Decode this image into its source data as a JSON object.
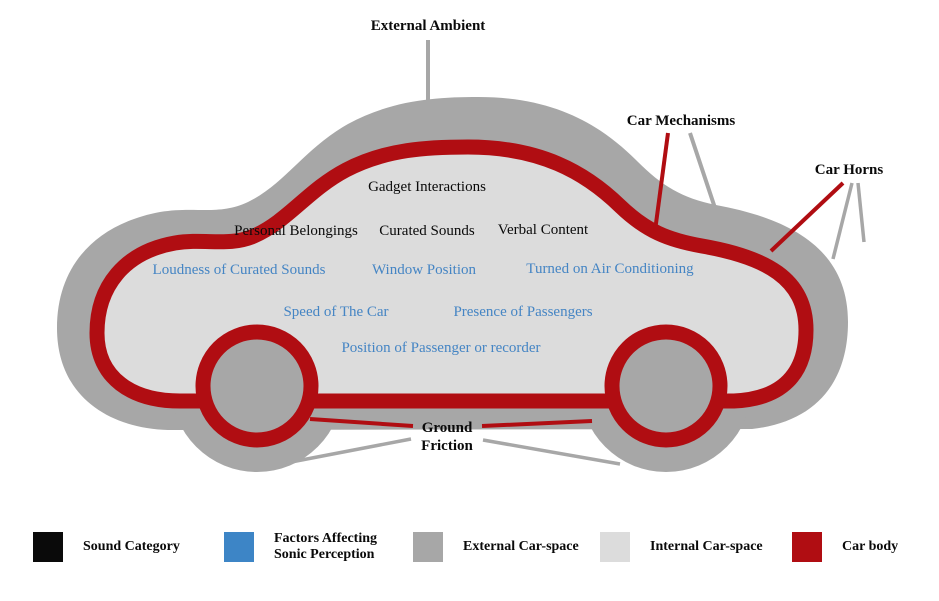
{
  "diagram": {
    "external_labels": {
      "external_ambient": "External Ambient",
      "car_mechanisms": "Car Mechanisms",
      "car_horns": "Car Horns",
      "ground_friction_line1": "Ground",
      "ground_friction_line2": "Friction"
    },
    "sound_labels": [
      "Gadget Interactions",
      "Personal Belongings",
      "Curated Sounds",
      "Verbal Content"
    ],
    "factor_labels": [
      "Loudness of Curated Sounds",
      "Window Position",
      "Turned on Air Conditioning",
      "Speed of The Car",
      "Presence of Passengers",
      "Position of Passenger or recorder"
    ]
  },
  "colors": {
    "car_body_red": "#b00d12",
    "external_gray": "#a7a7a7",
    "internal_gray": "#dcdcdc",
    "factor_blue": "#4585c4",
    "line_gray": "#a7a7a7",
    "sound_black": "#0a0a0a"
  },
  "legend": {
    "items": [
      {
        "label": "Sound Category",
        "color": "#0a0a0a"
      },
      {
        "label": "Factors Affecting Sonic Perception",
        "color": "#3d85c6"
      },
      {
        "label": "External Car-space",
        "color": "#a7a7a7"
      },
      {
        "label": "Internal Car-space",
        "color": "#dcdcdc"
      },
      {
        "label": "Car body",
        "color": "#b00d12"
      }
    ]
  }
}
